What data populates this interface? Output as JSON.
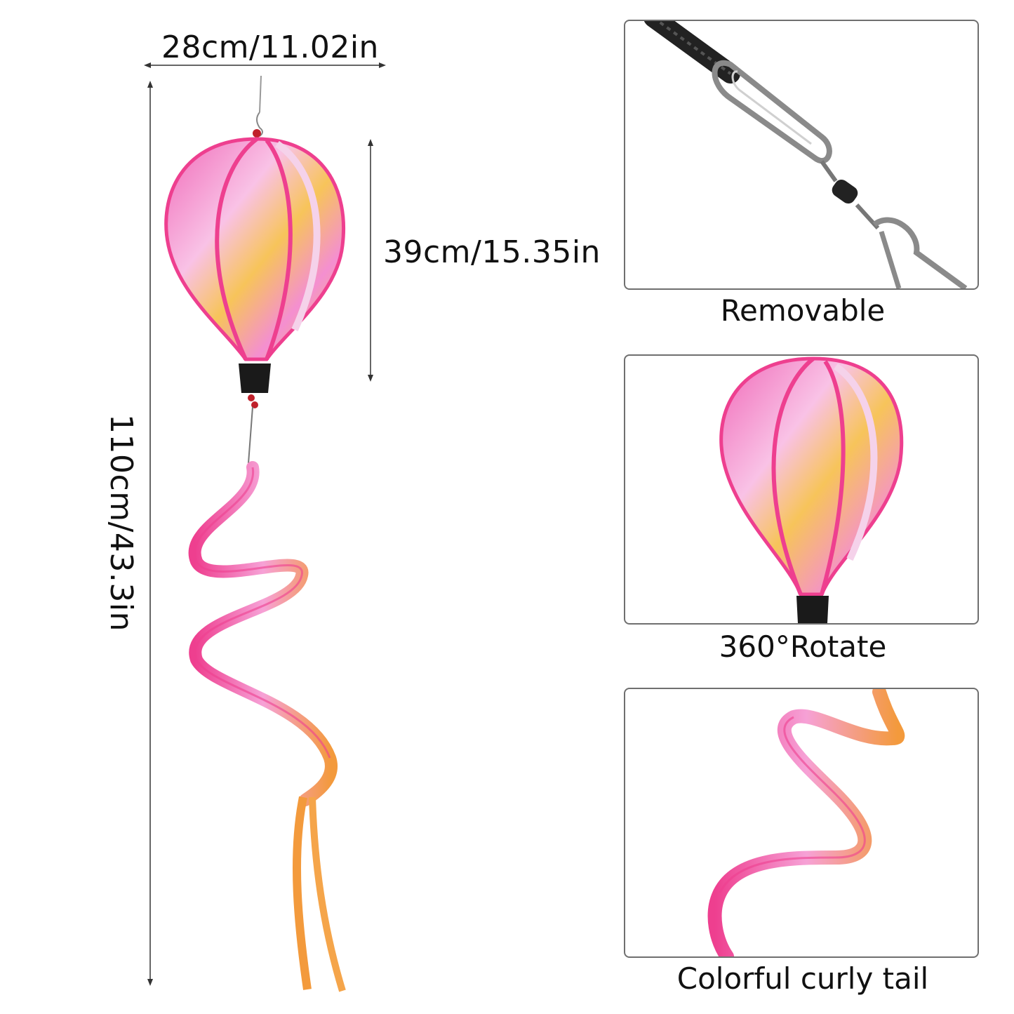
{
  "dimensions": {
    "width_label": "28cm/11.02in",
    "height_label": "110cm/43.3in",
    "balloon_label": "39cm/15.35in"
  },
  "panels": [
    {
      "caption": "Removable",
      "icon": "swivel-clip-icon"
    },
    {
      "caption": "360°Rotate",
      "icon": "balloon-icon"
    },
    {
      "caption": "Colorful curly tail",
      "icon": "curly-tail-icon"
    }
  ],
  "colors": {
    "pink": "#f06ab8",
    "yellow": "#f7c45a",
    "orange": "#f39a3c",
    "rim": "#ee3f8f"
  }
}
